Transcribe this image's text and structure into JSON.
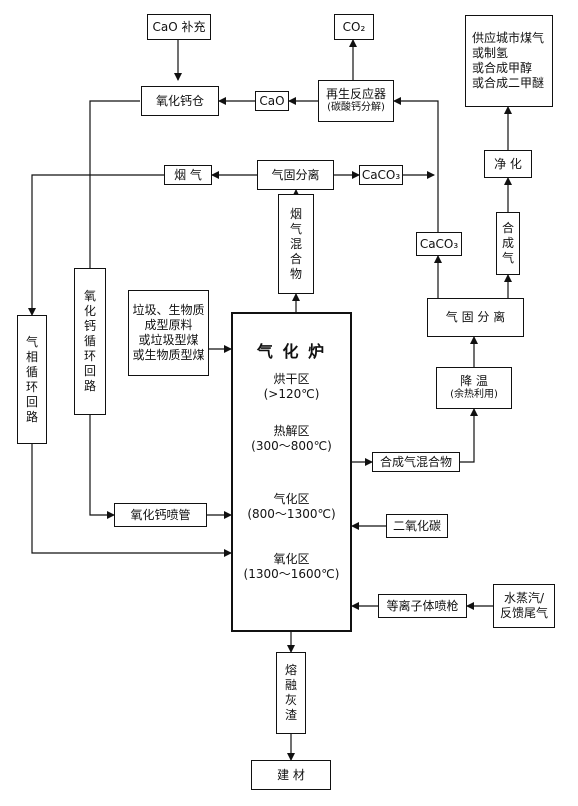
{
  "nodes": {
    "cao_supplement": "CaO 补充",
    "co2_top": "CO₂",
    "products": [
      "供应城市煤气",
      "或制氢",
      "或合成甲醇",
      "或合成二甲醚"
    ],
    "cao_silo": "氧化钙仓",
    "cao_label": "CaO",
    "regenerator_title": "再生反应器",
    "regenerator_sub": "(碳酸钙分解)",
    "purify": "净  化",
    "flue_gas": "烟  气",
    "gas_solid_sep1": "气固分离",
    "caco3_label1": "CaCO₃",
    "flue_mix": [
      "烟",
      "气",
      "混",
      "合",
      "物"
    ],
    "caco3_label2": "CaCO₃",
    "syngas": [
      "合",
      "成",
      "气"
    ],
    "feed": [
      "垃圾、生物质",
      "成型原料",
      "或垃圾型煤",
      "或生物质型煤"
    ],
    "gas_phase_loop": [
      "气",
      "相",
      "循",
      "环",
      "回",
      "路"
    ],
    "cao_loop": [
      "氧",
      "化",
      "钙",
      "循",
      "环",
      "回",
      "路"
    ],
    "gas_solid_sep2": "气 固 分 离",
    "gasifier_title": "气 化 炉",
    "zones": [
      {
        "name": "烘干区",
        "temp": "(>120℃)"
      },
      {
        "name": "热解区",
        "temp": "(300～800℃)"
      },
      {
        "name": "气化区",
        "temp": "(800～1300℃)"
      },
      {
        "name": "氧化区",
        "temp": "(1300～1600℃)"
      }
    ],
    "cooling_title": "降  温",
    "cooling_sub": "(余热利用)",
    "syngas_mix": "合成气混合物",
    "cao_nozzle": "氧化钙喷管",
    "co2_input": "二氧化碳",
    "plasma_torch": "等离子体喷枪",
    "steam": [
      "水蒸汽/",
      "反馈尾气"
    ],
    "molten_slag": [
      "熔",
      "融",
      "灰",
      "渣"
    ],
    "building_material": "建  材"
  }
}
